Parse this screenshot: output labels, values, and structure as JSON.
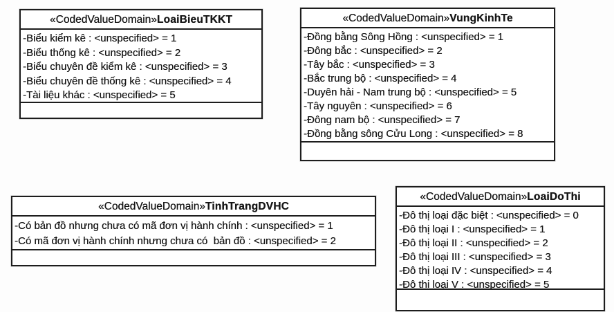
{
  "diagram": {
    "kind": "uml-coded-value-domain-diagram",
    "border_color": "#1d1d1d",
    "background_color": "#ffffff",
    "boxes": [
      {
        "stereotype": "«CodedValueDomain»",
        "name": "LoaiBieuTKKT",
        "items": [
          "-Biểu kiểm kê : <unspecified> = 1",
          "-Biểu thống kê : <unspecified> = 2",
          "-Biểu chuyên đề kiểm kê : <unspecified> = 3",
          "-Biểu chuyên đề thống kê : <unspecified> = 4",
          "-Tài liệu khác : <unspecified> = 5"
        ]
      },
      {
        "stereotype": "«CodedValueDomain»",
        "name": "VungKinhTe",
        "items": [
          "-Đồng bằng Sông Hồng : <unspecified> = 1",
          "-Đông bắc : <unspecified> = 2",
          "-Tây bắc : <unspecified> = 3",
          "-Bắc trung bộ : <unspecified> = 4",
          "-Duyên hải - Nam trung bộ : <unspecified> = 5",
          "-Tây nguyên : <unspecified> = 6",
          "-Đông nam bộ : <unspecified> = 7",
          "-Đồng bằng sông Cửu Long : <unspecified> = 8"
        ]
      },
      {
        "stereotype": "«CodedValueDomain»",
        "name": "TinhTrangDVHC",
        "items": [
          "-Có bản đồ nhưng chưa có mã đơn vị hành chính : <unspecified> = 1",
          "-Có mã đơn vị hành chính nhưng chưa có  bản đồ : <unspecified> = 2"
        ]
      },
      {
        "stereotype": "«CodedValueDomain»",
        "name": "LoaiDoThi",
        "items": [
          "-Đô thị loại đặc biệt : <unspecified> = 0",
          "-Đô thị loại I : <unspecified> = 1",
          "-Đô thị loại II : <unspecified> = 2",
          "-Đô thị loại III : <unspecified> = 3",
          "-Đô thị loại IV : <unspecified> = 4",
          "-Đô thị loại V : <unspecified> = 5"
        ]
      }
    ]
  }
}
